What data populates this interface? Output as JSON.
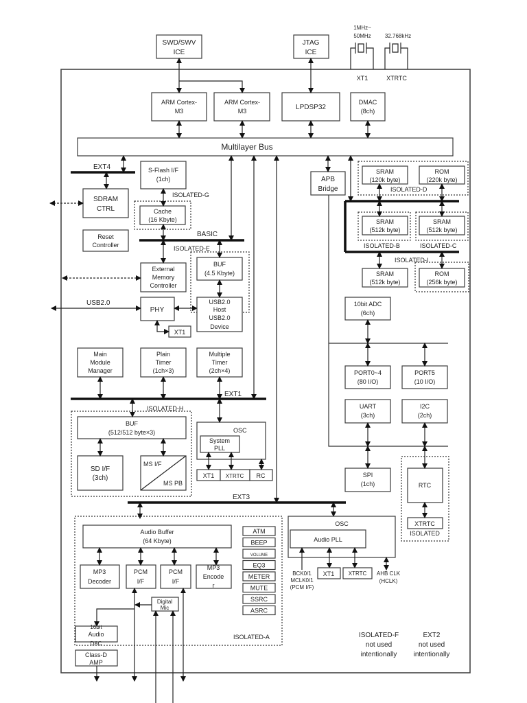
{
  "external": {
    "swd_ice": [
      "SWD/SWV",
      "ICE"
    ],
    "jtag_ice": [
      "JTAG",
      "ICE"
    ],
    "xt1_freq": [
      "1MHz~",
      "50MHz"
    ],
    "xtrtc_freq": "32.768kHz",
    "xt1_label": "XT1",
    "xtrtc_label": "XTRTC"
  },
  "cpu": {
    "arm1": [
      "ARM Cortex-",
      "M3"
    ],
    "arm2": [
      "ARM Cortex-",
      "M3"
    ],
    "dsp": "LPDSP32",
    "dmac": [
      "DMAC",
      "(8ch)"
    ]
  },
  "bus": {
    "multilayer": "Multilayer Bus",
    "ext4": "EXT4",
    "basic": "BASIC",
    "ext1": "EXT1",
    "ext3": "EXT3"
  },
  "left": {
    "sflash": [
      "S-Flash I/F",
      "(1ch)"
    ],
    "isolated_g": "ISOLATED-G",
    "sdram": [
      "SDRAM",
      "CTRL"
    ],
    "cache": [
      "Cache",
      "(16 Kbyte)"
    ],
    "reset": [
      "Reset",
      "Controller"
    ],
    "isolated_e": "ISOLATED-E",
    "ext_mem": [
      "External",
      "Memory",
      "Controller"
    ],
    "usb_buf": [
      "BUF",
      "(4.5 Kbyte)"
    ],
    "usb_label": "USB2.0",
    "phy": "PHY",
    "usb_host": [
      "USB2.0",
      "Host"
    ],
    "usb_device": [
      "USB2.0",
      "Device"
    ],
    "phy_xt1": "XT1",
    "main_module": [
      "Main",
      "Module",
      "Manager"
    ],
    "plain_timer": [
      "Plain",
      "Timer",
      "(1ch×3)"
    ],
    "multi_timer": [
      "Multiple",
      "Timer",
      "(2ch×4)"
    ],
    "isolated_h": "ISOLATED-H",
    "sd_buf": [
      "BUF",
      "(512/512 byte×3)"
    ],
    "sd_if": [
      "SD I/F",
      "(3ch)"
    ],
    "ms_if": "MS I/F",
    "ms_pb": "MS PB",
    "osc": "OSC",
    "system_pll": [
      "System",
      "PLL"
    ],
    "osc_xt1": "XT1",
    "osc_xtrtc": "XTRTC",
    "osc_rc": "RC"
  },
  "memory": {
    "sram120": [
      "SRAM",
      "(120k byte)"
    ],
    "rom220": [
      "ROM",
      "(220k byte)"
    ],
    "isolated_d": "ISOLATED-D",
    "apb": [
      "APB",
      "Bridge"
    ],
    "sram512b": [
      "SRAM",
      "(512k byte)"
    ],
    "sram512c": [
      "SRAM",
      "(512k byte)"
    ],
    "isolated_b": "ISOLATED-B",
    "isolated_c": "ISOLATED-C",
    "isolated_i": "ISOLATED-I",
    "sram512i": [
      "SRAM",
      "(512k byte)"
    ],
    "rom256": [
      "ROM",
      "(256k byte)"
    ]
  },
  "peripherals": {
    "adc": [
      "10bit ADC",
      "(6ch)"
    ],
    "port04": [
      "PORT0~4",
      "(80 I/O)"
    ],
    "port5": [
      "PORT5",
      "(10 I/O)"
    ],
    "uart": [
      "UART",
      "(3ch)"
    ],
    "i2c": [
      "I2C",
      "(2ch)"
    ],
    "spi": [
      "SPI",
      "(1ch)"
    ],
    "rtc": "RTC",
    "rtc_xtrtc": "XTRTC",
    "isolated": "ISOLATED"
  },
  "audio": {
    "buffer": [
      "Audio Buffer",
      "(64 Kbyte)"
    ],
    "mp3_dec": [
      "MP3",
      "Decoder"
    ],
    "pcm1": [
      "PCM",
      "I/F"
    ],
    "pcm2": [
      "PCM",
      "I/F"
    ],
    "mp3_enc": [
      "MP3",
      "Encode",
      "r"
    ],
    "digital_mic": [
      "Digital",
      "Mic"
    ],
    "dac": [
      "16bit",
      "Audio",
      "DAC"
    ],
    "amp": [
      "Class-D",
      "AMP"
    ],
    "isolated_a": "ISOLATED-A",
    "effects": [
      "ATM",
      "BEEP",
      "VOLUME",
      "EQ3",
      "METER",
      "MUTE",
      "SSRC",
      "ASRC"
    ],
    "osc": "OSC",
    "audio_pll": "Audio PLL",
    "bck": [
      "BCK0/1",
      "MCLK0/1",
      "(PCM I/F)"
    ],
    "osc_xt1": "XT1",
    "osc_xtrtc": "XTRTC",
    "ahb": [
      "AHB CLK",
      "(HCLK)"
    ]
  },
  "notes": {
    "isolated_f": [
      "ISOLATED-F",
      "not used",
      "intentionally"
    ],
    "ext2": [
      "EXT2",
      "not used",
      "intentionally"
    ]
  }
}
